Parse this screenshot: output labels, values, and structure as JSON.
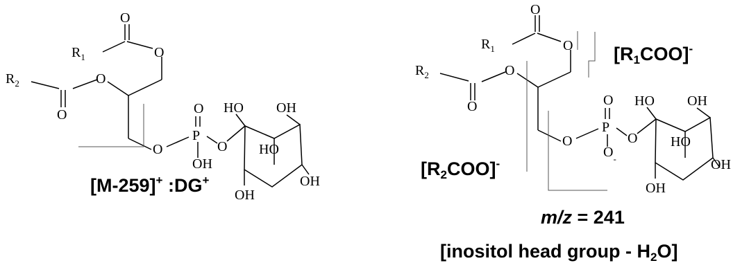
{
  "atoms": {
    "o": "O",
    "p": "P",
    "r": "R",
    "oh": "OH",
    "ho": "HO",
    "r_sub_1": "1",
    "r_sub_2": "2",
    "minus": "-"
  },
  "left_structure": {
    "fragment_label": {
      "open": "[M-259]",
      "sup": "+",
      "rest": " :DG",
      "rest_sup": "+"
    }
  },
  "right_structure": {
    "r1coo_label": {
      "open": "[R",
      "sub": "1",
      "close": "COO]",
      "sup": "-"
    },
    "r2coo_label": {
      "open": "[R",
      "sub": "2",
      "close": "COO]",
      "sup": "-"
    },
    "mz_label": {
      "italic": "m/z",
      "rest": " = 241"
    },
    "head_group_label": {
      "open": "[inositol head group - H",
      "sub": "2",
      "close": "O]"
    }
  }
}
